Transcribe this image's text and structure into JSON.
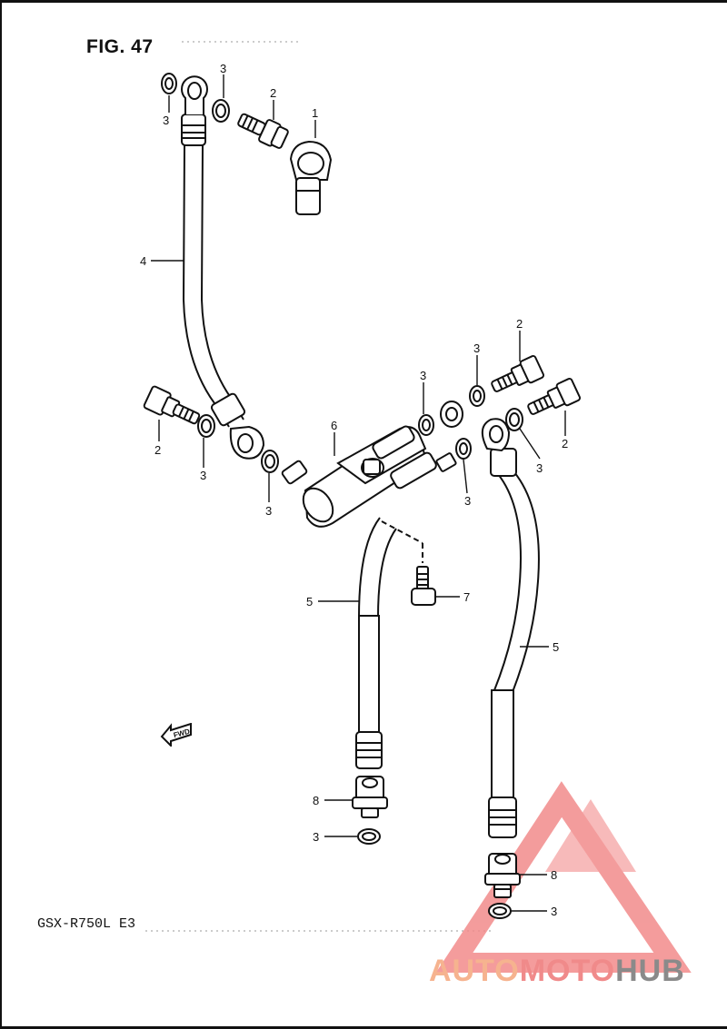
{
  "figure": {
    "title": "FIG. 47",
    "model": "GSX-R750L E3"
  },
  "callouts": [
    {
      "id": "c1",
      "label": "1"
    },
    {
      "id": "c2a",
      "label": "2"
    },
    {
      "id": "c3a",
      "label": "3"
    },
    {
      "id": "c3b",
      "label": "3"
    },
    {
      "id": "c4",
      "label": "4"
    },
    {
      "id": "c2b",
      "label": "2"
    },
    {
      "id": "c3c",
      "label": "3"
    },
    {
      "id": "c3d",
      "label": "3"
    },
    {
      "id": "c6",
      "label": "6"
    },
    {
      "id": "c3e",
      "label": "3"
    },
    {
      "id": "c3f",
      "label": "3"
    },
    {
      "id": "c2c",
      "label": "2"
    },
    {
      "id": "c2d",
      "label": "2"
    },
    {
      "id": "c3g",
      "label": "3"
    },
    {
      "id": "c3h",
      "label": "3"
    },
    {
      "id": "c7",
      "label": "7"
    },
    {
      "id": "c5a",
      "label": "5"
    },
    {
      "id": "c5b",
      "label": "5"
    },
    {
      "id": "c8a",
      "label": "8"
    },
    {
      "id": "c3i",
      "label": "3"
    },
    {
      "id": "c8b",
      "label": "8"
    },
    {
      "id": "c3j",
      "label": "3"
    }
  ],
  "fwd_label": "FWD",
  "watermark": {
    "part1": "AUTO",
    "part2": "MOTO",
    "part3": "HUB",
    "colors": {
      "triangle": "#f28b8b",
      "gray": "#8a8a8a"
    }
  }
}
